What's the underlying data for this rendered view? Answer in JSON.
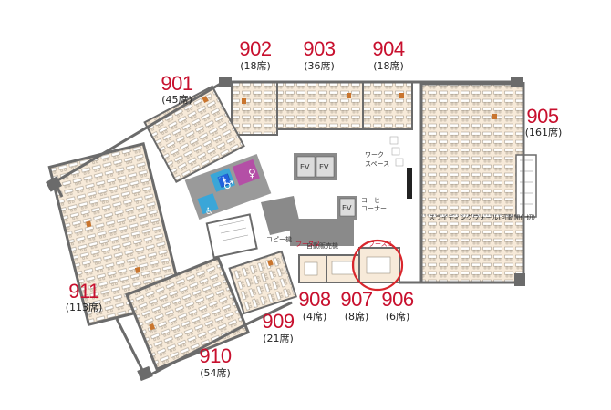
{
  "rooms": [
    {
      "id": "901",
      "number": "901",
      "seats": "(45席)"
    },
    {
      "id": "902",
      "number": "902",
      "seats": "(18席)"
    },
    {
      "id": "903",
      "number": "903",
      "seats": "(36席)"
    },
    {
      "id": "904",
      "number": "904",
      "seats": "(18席)"
    },
    {
      "id": "905",
      "number": "905",
      "seats": "(161席)"
    },
    {
      "id": "906",
      "number": "906",
      "seats": "(6席)"
    },
    {
      "id": "907",
      "number": "907",
      "seats": "(8席)"
    },
    {
      "id": "908",
      "number": "908",
      "seats": "(4席)"
    },
    {
      "id": "909",
      "number": "909",
      "seats": "(21席)"
    },
    {
      "id": "910",
      "number": "910",
      "seats": "(54席)"
    },
    {
      "id": "911",
      "number": "911",
      "seats": "(113席)"
    }
  ],
  "facilities": {
    "ev1": "EV",
    "ev2": "EV",
    "ev3": "EV",
    "work_space_1": "ワーク",
    "work_space_2": "スペース",
    "coffee_1": "コーヒー",
    "coffee_2": "コーナー",
    "copy": "コピー機",
    "vending": "自動販売機",
    "booth2": "ブース２",
    "booth1": "ブース１",
    "sliding_wall": "スライディングウォール(可動間仕切)"
  },
  "colors": {
    "room_fill": "#f7ead9",
    "wall": "#6b6b6b",
    "core": "#8a8a8a",
    "accent": "#c8102e",
    "restroom_blue": "#3aa6d8",
    "restroom_pink": "#b44fa6"
  }
}
